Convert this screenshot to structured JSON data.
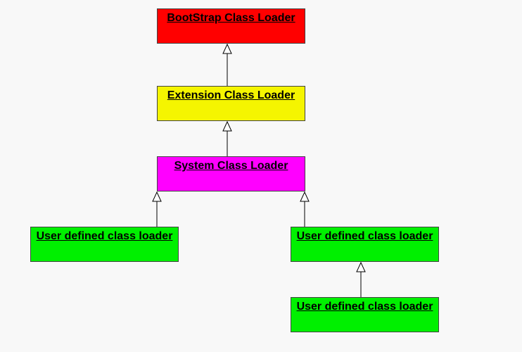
{
  "colors": {
    "background": "#f8f8f8",
    "bootstrap": "#ff0000",
    "extension": "#f5f500",
    "system": "#ff00ff",
    "user_defined": "#00f000",
    "line": "#000000"
  },
  "nodes": {
    "bootstrap": {
      "label": "BootStrap Class Loader"
    },
    "extension": {
      "label": "Extension Class Loader"
    },
    "system": {
      "label": "System Class Loader"
    },
    "user_1": {
      "label": "User defined class loader"
    },
    "user_2": {
      "label": "User defined class loader"
    },
    "user_3": {
      "label": "User defined class loader"
    }
  },
  "edges": [
    {
      "from": "extension",
      "to": "bootstrap",
      "type": "inheritance"
    },
    {
      "from": "system",
      "to": "extension",
      "type": "inheritance"
    },
    {
      "from": "user_1",
      "to": "system",
      "type": "inheritance"
    },
    {
      "from": "user_2",
      "to": "system",
      "type": "inheritance"
    },
    {
      "from": "user_3",
      "to": "user_2",
      "type": "inheritance"
    }
  ]
}
